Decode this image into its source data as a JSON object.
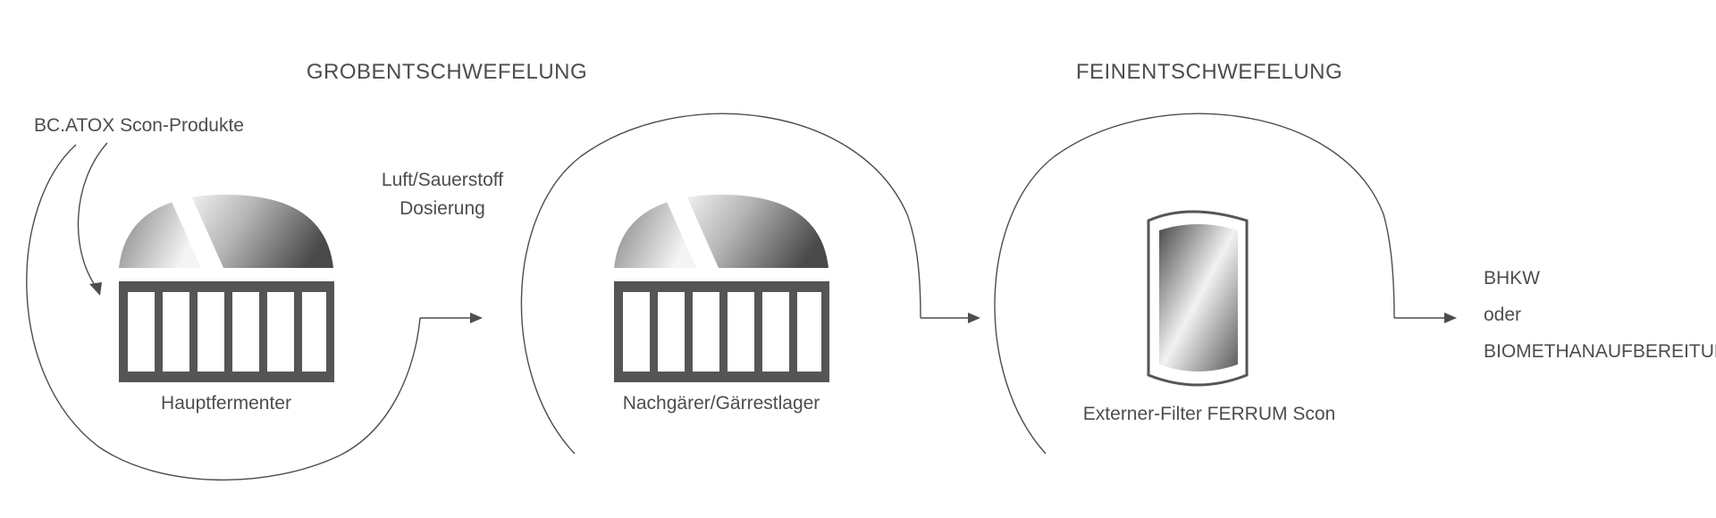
{
  "titles": {
    "coarse": "GROBENTSCHWEFELUNG",
    "fine": "FEINENTSCHWEFELUNG"
  },
  "input_label": "BC.ATOX Scon-Produkte",
  "dosing_label": {
    "line1": "Luft/Sauerstoff",
    "line2": "Dosierung"
  },
  "vessels": {
    "main_fermenter": "Hauptfermenter",
    "post_fermenter": "Nachgärer/Gärrestlager",
    "filter": "Externer-Filter FERRUM Scon"
  },
  "outputs": {
    "chp": "BHKW",
    "or": "oder",
    "upgrading": "BIOMETHANAUFBEREITUNG"
  },
  "colors": {
    "stroke": "#4d4d4d",
    "tank": "#555555",
    "text": "#4d4d4d"
  }
}
